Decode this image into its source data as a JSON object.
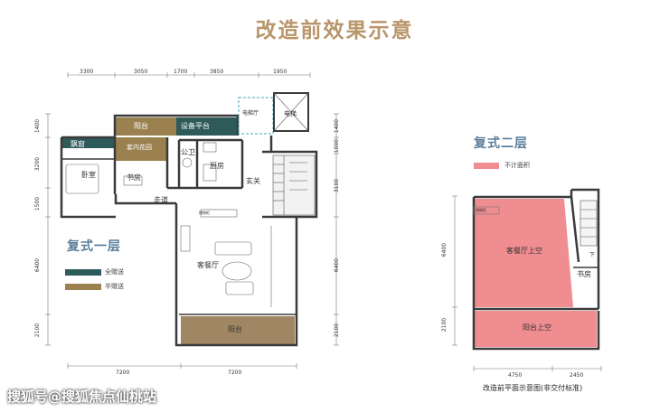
{
  "title": "改造前效果示意",
  "colors": {
    "title": "#b8956a",
    "section": "#5a7d9a",
    "full_gift": "#2f5a5a",
    "half_gift": "#9b8050",
    "balcony": "#a08663",
    "not_counted": "#ef8d91",
    "wall": "#3a3a3a",
    "cyan_dim": "#3aa8b7"
  },
  "floor1": {
    "section_label": "复式一层",
    "legend": [
      {
        "label": "全赠送",
        "color": "#2f5a5a"
      },
      {
        "label": "半赠送",
        "color": "#9b8050"
      }
    ],
    "top_dims": [
      "3300",
      "3050",
      "1700",
      "3850",
      "1950"
    ],
    "bottom_dims": [
      "7200",
      "7200"
    ],
    "left_dims": [
      "1400",
      "3200",
      "1500",
      "6400",
      "2100"
    ],
    "right_dims": [
      "1400",
      "1000",
      "3100",
      "6400",
      "2100"
    ],
    "rooms": {
      "balcony_top": "阳台",
      "equipment": "设备平台",
      "bay": "飘窗",
      "garden": "套内花园",
      "bedroom": "卧室",
      "study": "书房",
      "bath": "公卫",
      "kitchen": "厨房",
      "corridor": "走道",
      "foyer": "玄关",
      "elevator_hall": "电梯厅",
      "elevator": "电梯",
      "living": "客餐厅",
      "balcony_bottom": "阳台",
      "cabinet": "储物柜"
    }
  },
  "floor2": {
    "section_label": "复式二层",
    "legend": [
      {
        "label": "不计面积",
        "color": "#ef8d91"
      }
    ],
    "left_dims": [
      "6400",
      "2100"
    ],
    "bottom_dims": [
      "4750",
      "2450"
    ],
    "rooms": {
      "living_void": "客餐厅上空",
      "study": "书房",
      "balcony_void": "阳台上空",
      "cabinet": "储物柜",
      "down": "下"
    },
    "caption": "改造前平面示意图(非交付标准)"
  },
  "watermark": "搜狐号@搜狐焦点仙桃站"
}
